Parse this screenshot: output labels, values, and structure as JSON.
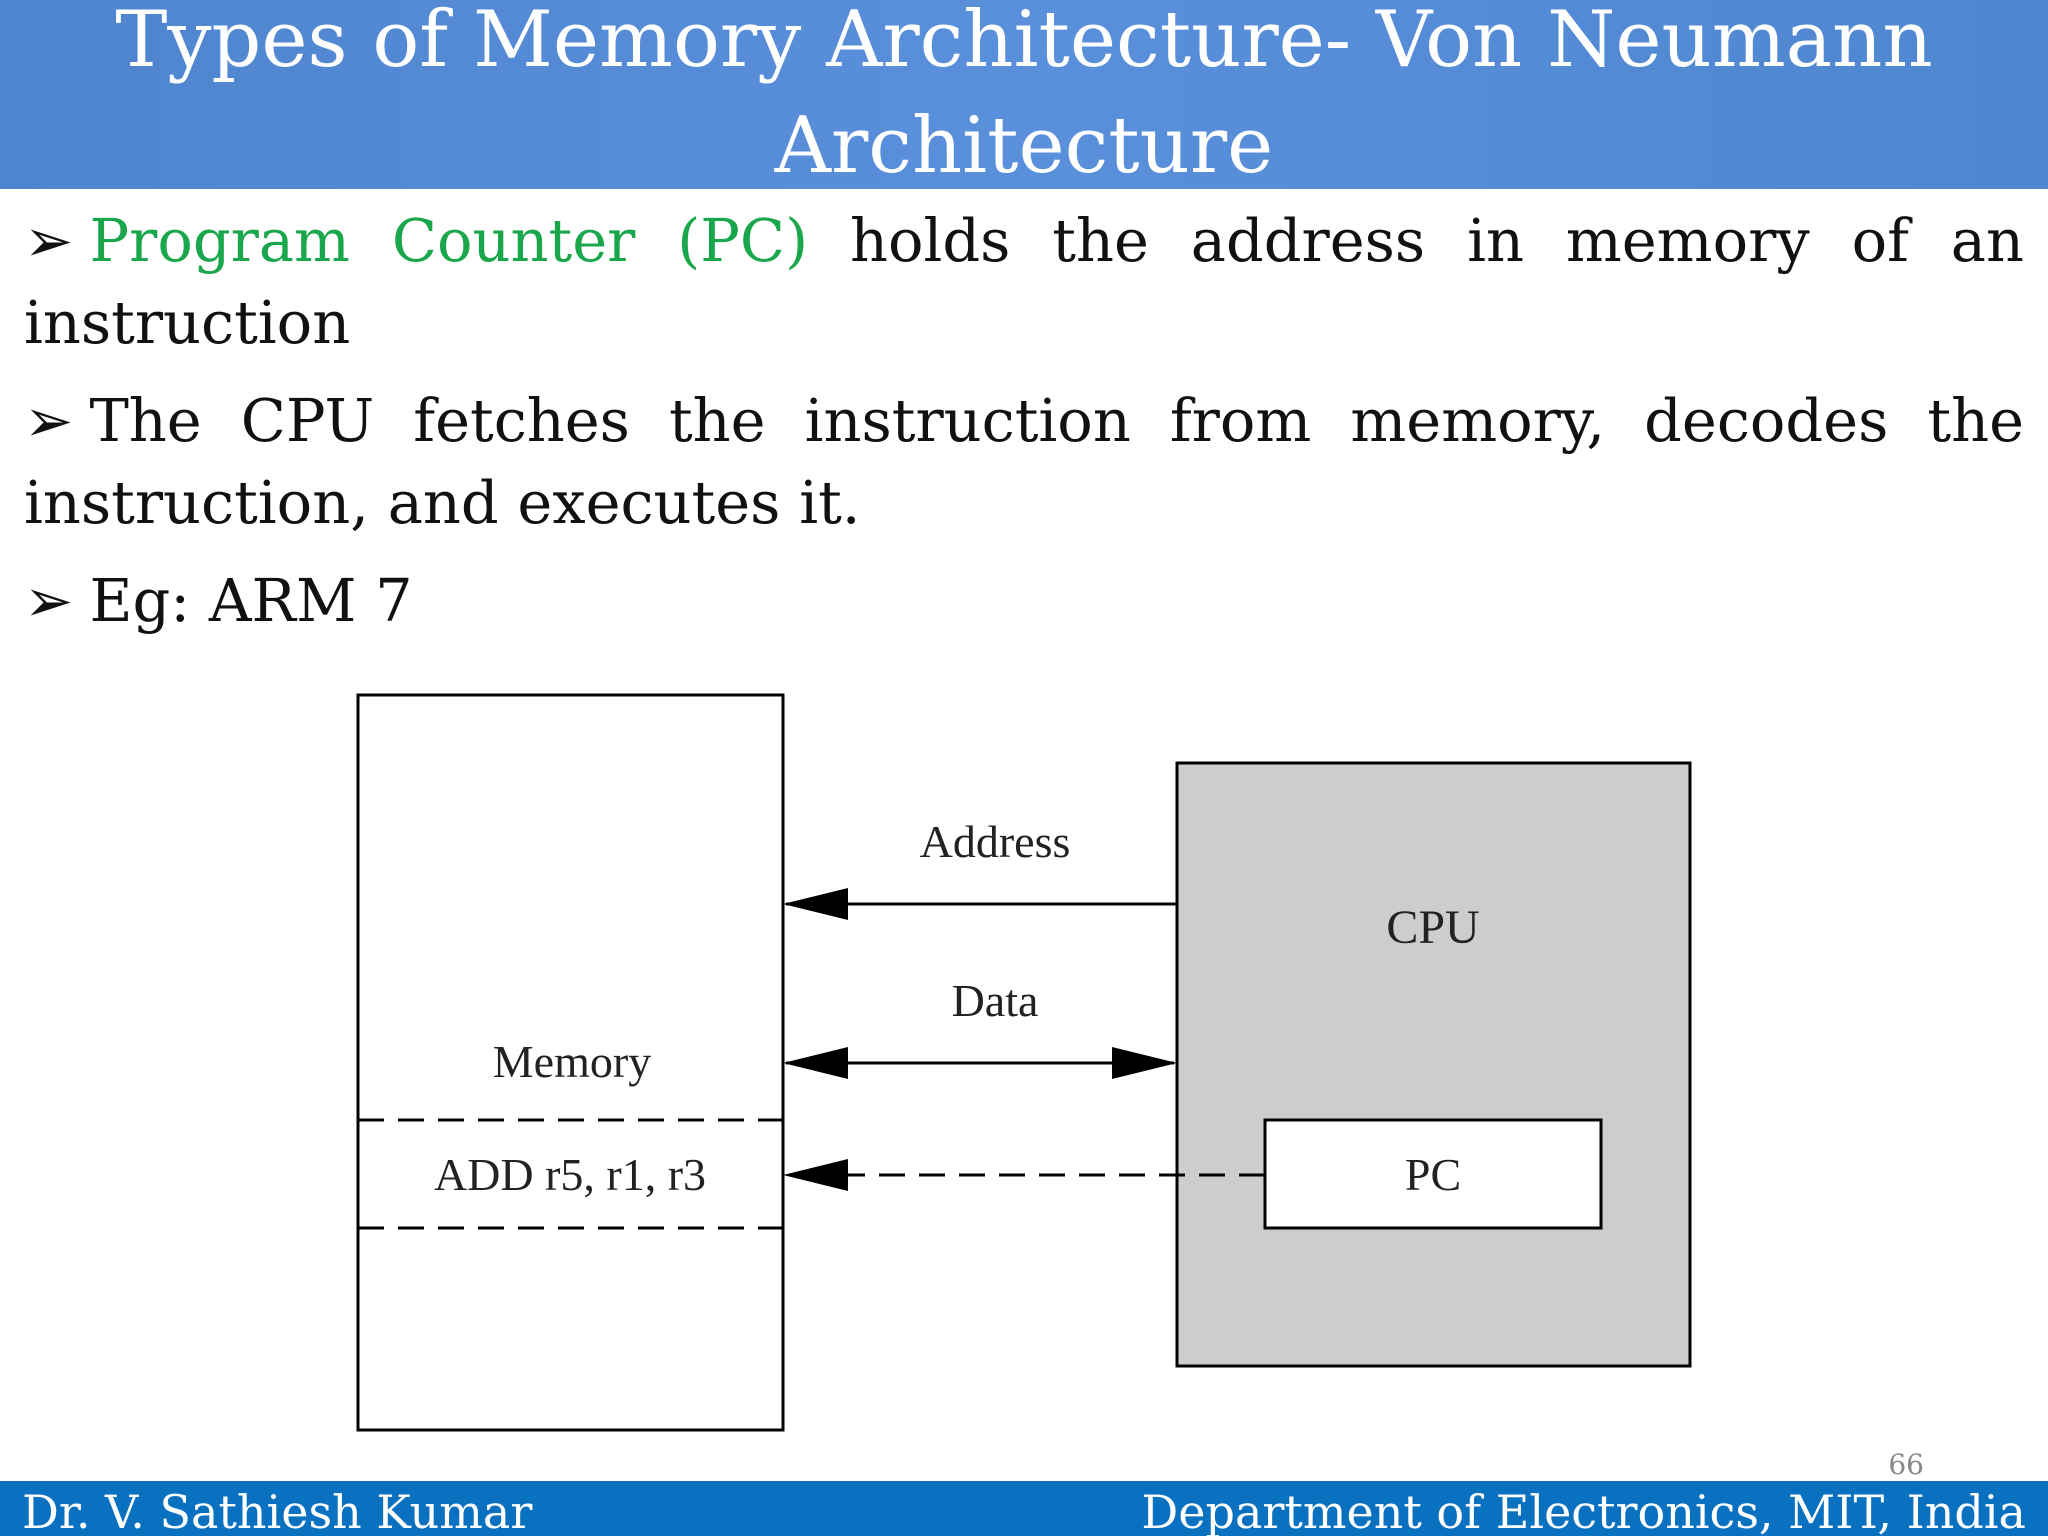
{
  "slide": {
    "title": "Types of Memory Architecture- Von Neumann Architecture",
    "bullets": [
      {
        "marker": "➢",
        "highlight": "Program Counter (PC)",
        "text": " holds the address in memory of an instruction"
      },
      {
        "marker": "➢",
        "highlight": "",
        "text": "The CPU fetches the instruction from memory, decodes the instruction, and executes it."
      },
      {
        "marker": "➢",
        "highlight": "",
        "text": "Eg: ARM 7"
      }
    ],
    "highlight_color": "#1aa74b"
  },
  "diagram": {
    "memory_label": "Memory",
    "instruction": "ADD r5, r1, r3",
    "cpu_label": "CPU",
    "pc_label": "PC",
    "address_label": "Address",
    "data_label": "Data",
    "cpu_fill": "#cdcccf"
  },
  "footer": {
    "author": "Dr. V. Sathiesh Kumar",
    "department": "Department of Electronics, MIT, India",
    "page_number": "66",
    "color": "#0a70c0"
  }
}
